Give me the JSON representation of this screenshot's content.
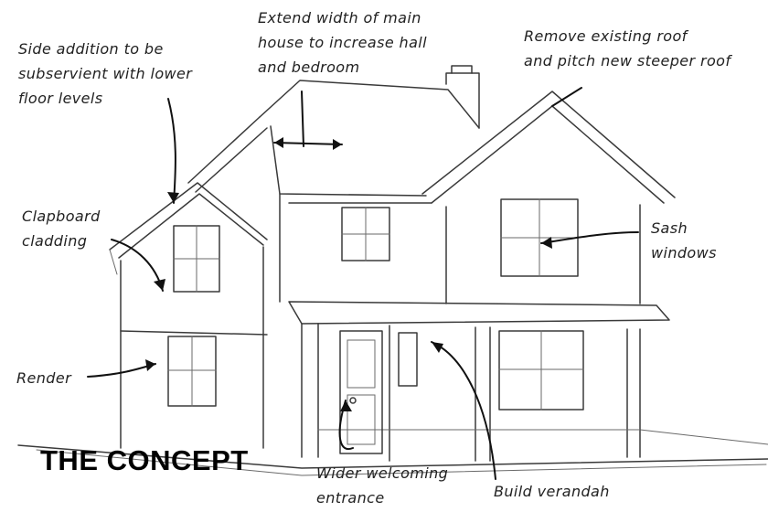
{
  "title": "THE CONCEPT",
  "annotations": {
    "extend_width": [
      "Extend width of main",
      "house to increase hall",
      "and bedroom"
    ],
    "side_addition": [
      "Side addition to be",
      "subservient with lower",
      "floor levels"
    ],
    "remove_roof": [
      "Remove existing roof",
      "and pitch new steeper roof"
    ],
    "clapboard": [
      "Clapboard",
      "cladding"
    ],
    "sash": [
      "Sash",
      "windows"
    ],
    "render": [
      "Render"
    ],
    "entrance": [
      "Wider welcoming",
      "entrance"
    ],
    "verandah": [
      "Build verandah"
    ]
  }
}
